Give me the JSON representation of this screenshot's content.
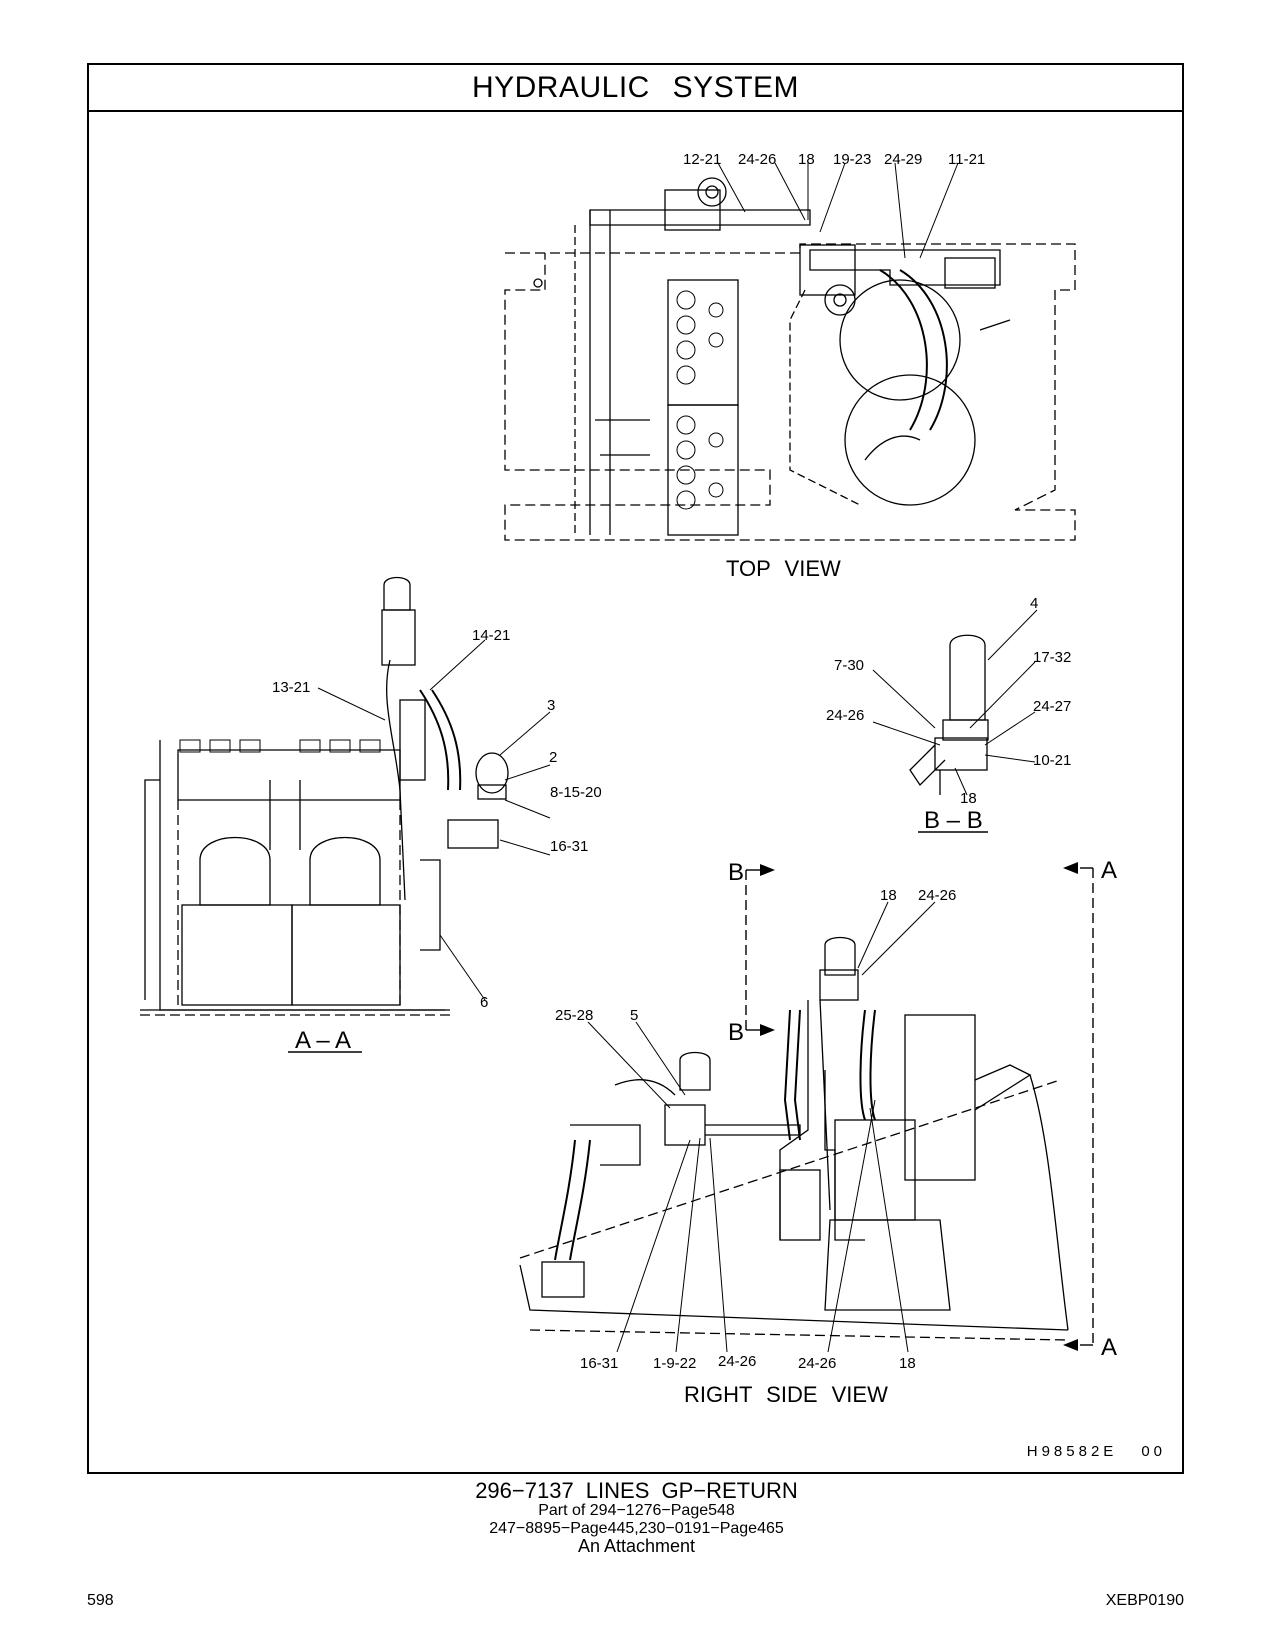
{
  "title": "HYDRAULIC SYSTEM",
  "views": {
    "top": "TOP VIEW",
    "a_a": "A – A",
    "b_b": "B – B",
    "right_side": "RIGHT SIDE VIEW"
  },
  "section_markers": {
    "b_top": "B",
    "b_bottom": "B",
    "a_top": "A",
    "a_bottom": "A"
  },
  "callouts": {
    "top_view": [
      "12-21",
      "24-26",
      "18",
      "19-23",
      "24-29",
      "11-21"
    ],
    "a_a": [
      "14-21",
      "13-21",
      "3",
      "2",
      "8-15-20",
      "16-31",
      "6"
    ],
    "b_b": [
      "4",
      "7-30",
      "17-32",
      "24-26",
      "24-27",
      "10-21",
      "18"
    ],
    "right_side": [
      "18",
      "24-26",
      "25-28",
      "5",
      "16-31",
      "1-9-22",
      "24-26",
      "24-26",
      "18"
    ]
  },
  "illustration_number": "H98582E",
  "revision": "00",
  "caption": {
    "line1": "296−7137  LINES GP−RETURN",
    "line2": "Part of 294−1276−Page548",
    "line3": "247−8895−Page445,230−0191−Page465",
    "line4": "An Attachment"
  },
  "page_number": "598",
  "document_number": "XEBP0190"
}
